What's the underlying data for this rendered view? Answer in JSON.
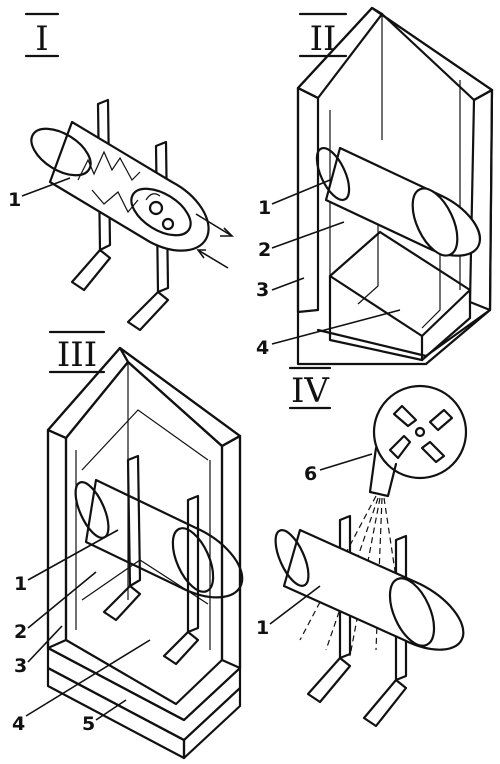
{
  "panels": {
    "p1": {
      "roman": "I",
      "labels": [
        "1"
      ]
    },
    "p2": {
      "roman": "II",
      "labels": [
        "1",
        "2",
        "3",
        "4"
      ]
    },
    "p3": {
      "roman": "III",
      "labels": [
        "1",
        "2",
        "3",
        "4",
        "5"
      ]
    },
    "p4": {
      "roman": "IV",
      "labels": [
        "6",
        "1"
      ]
    }
  },
  "colors": {
    "ink": "#111111",
    "paper": "#ffffff"
  }
}
